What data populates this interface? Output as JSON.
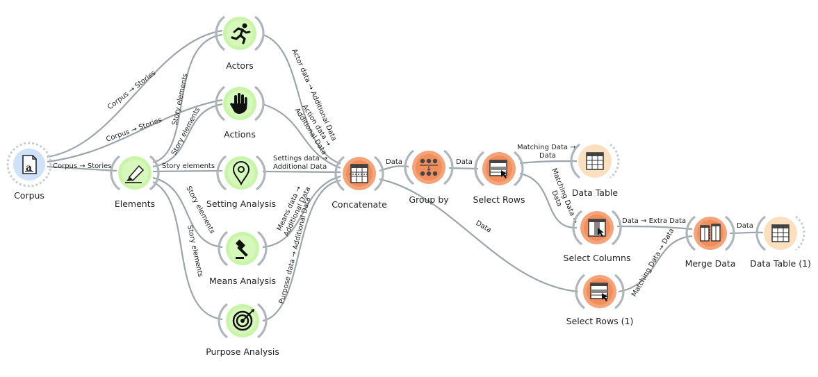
{
  "nodes": {
    "corpus": {
      "label": "Corpus",
      "icon": "document-icon"
    },
    "elements": {
      "label": "Elements",
      "icon": "highlighter-icon"
    },
    "actors": {
      "label": "Actors",
      "icon": "running-person-icon"
    },
    "actions": {
      "label": "Actions",
      "icon": "hand-icon"
    },
    "setting": {
      "label": "Setting Analysis",
      "icon": "map-pin-icon"
    },
    "means": {
      "label": "Means Analysis",
      "icon": "gavel-icon"
    },
    "purpose": {
      "label": "Purpose Analysis",
      "icon": "target-icon"
    },
    "concatenate": {
      "label": "Concatenate",
      "icon": "concatenate-table-icon"
    },
    "groupby": {
      "label": "Group by",
      "icon": "group-by-icon"
    },
    "selectrows": {
      "label": "Select Rows",
      "icon": "select-rows-icon"
    },
    "datatable": {
      "label": "Data Table",
      "icon": "table-icon"
    },
    "selectcolumns": {
      "label": "Select Columns",
      "icon": "select-columns-icon"
    },
    "selectrows1": {
      "label": "Select Rows (1)",
      "icon": "select-rows-icon"
    },
    "mergedata": {
      "label": "Merge Data",
      "icon": "merge-data-icon"
    },
    "datatable1": {
      "label": "Data Table (1)",
      "icon": "table-icon"
    }
  },
  "links": {
    "corpus_actors": "Corpus → Stories",
    "corpus_actions": "Corpus → Stories",
    "corpus_elements": "Corpus → Stories",
    "elements_actors": "Story elements",
    "elements_actions": "Story elements",
    "elements_setting": "Story elements",
    "elements_means": "Story elements",
    "elements_purpose": "Story elements",
    "actors_concat": "Actor data → Additional Data",
    "actions_concat_1": "Action data →",
    "actions_concat_2": "Additional Data",
    "setting_concat_1": "Settings data →",
    "setting_concat_2": "Additional Data",
    "means_concat_1": "Means data →",
    "means_concat_2": "Additional Data",
    "purpose_concat": "Purpose data → Additional Data",
    "concat_groupby": "Data",
    "groupby_selectrows": "Data",
    "selectrows_datatable_1": "Matching Data →",
    "selectrows_datatable_2": "Data",
    "selectrows_selectcolumns_1": "Matching Data →",
    "selectrows_selectcolumns_2": "Data",
    "concat_selectrows1": "Data",
    "selectcolumns_merge": "Data → Extra Data",
    "selectrows1_merge": "Matching Data → Data",
    "merge_datatable1": "Data"
  },
  "colors": {
    "link": "#9ba5ab",
    "green_fill": "#c9f5a8",
    "green_inner": "#d7f8bd",
    "orange_fill": "#f5a47a",
    "orange_inner": "#f28d5c",
    "peach_fill": "#fbe0c0",
    "blue_fill": "#cfe2f9"
  }
}
